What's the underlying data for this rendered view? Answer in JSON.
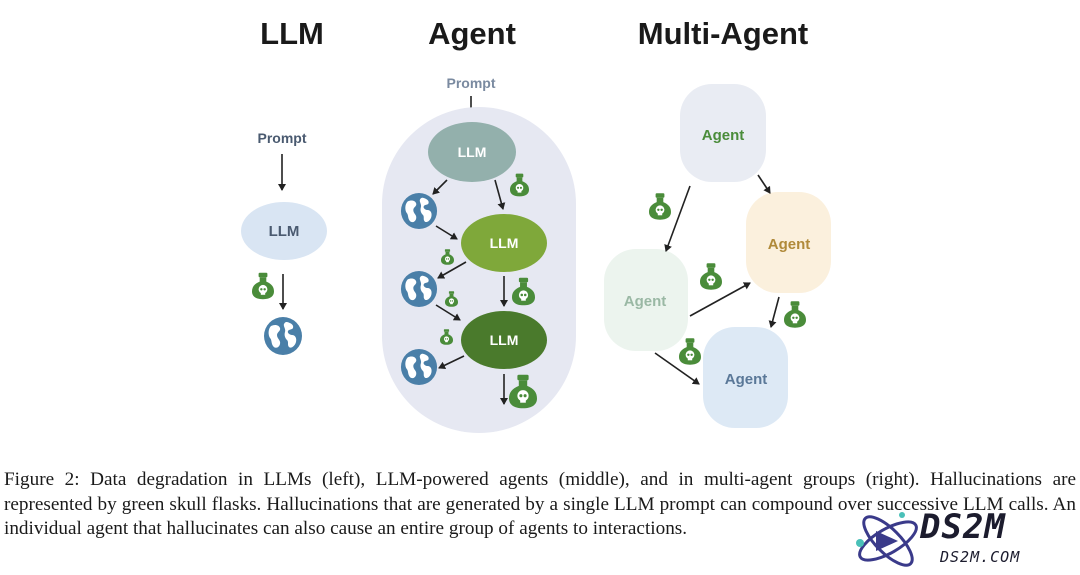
{
  "columns": {
    "llm_title": "LLM",
    "agent_title": "Agent",
    "multi_title": "Multi-Agent"
  },
  "labels": {
    "prompt": "Prompt",
    "llm": "LLM",
    "agent": "Agent"
  },
  "colors": {
    "llm_light": "#d9e5f3",
    "agent_llm1": "#93b0ac",
    "agent_llm2": "#7fa83a",
    "agent_llm3": "#4a7a2c",
    "agent_bg": "#e6e8f2",
    "flask": "#4a8c3a",
    "globe": "#4a7fa8",
    "multi_top": "#e9ecf3",
    "multi_right": "#fbf0dd",
    "multi_left": "#ecf4ee",
    "multi_bottom": "#dde9f5"
  },
  "caption": "Figure 2: Data degradation in LLMs (left), LLM-powered agents (middle), and in multi-agent groups (right). Hallucinations are represented by green skull flasks. Hallucinations that are generated by a single LLM prompt can compound over successive LLM calls. An individual agent that hallucinates can also cause an entire group of agents to interactions.",
  "logo": {
    "main": "DS2M",
    "sub": "DS2M.COM"
  }
}
